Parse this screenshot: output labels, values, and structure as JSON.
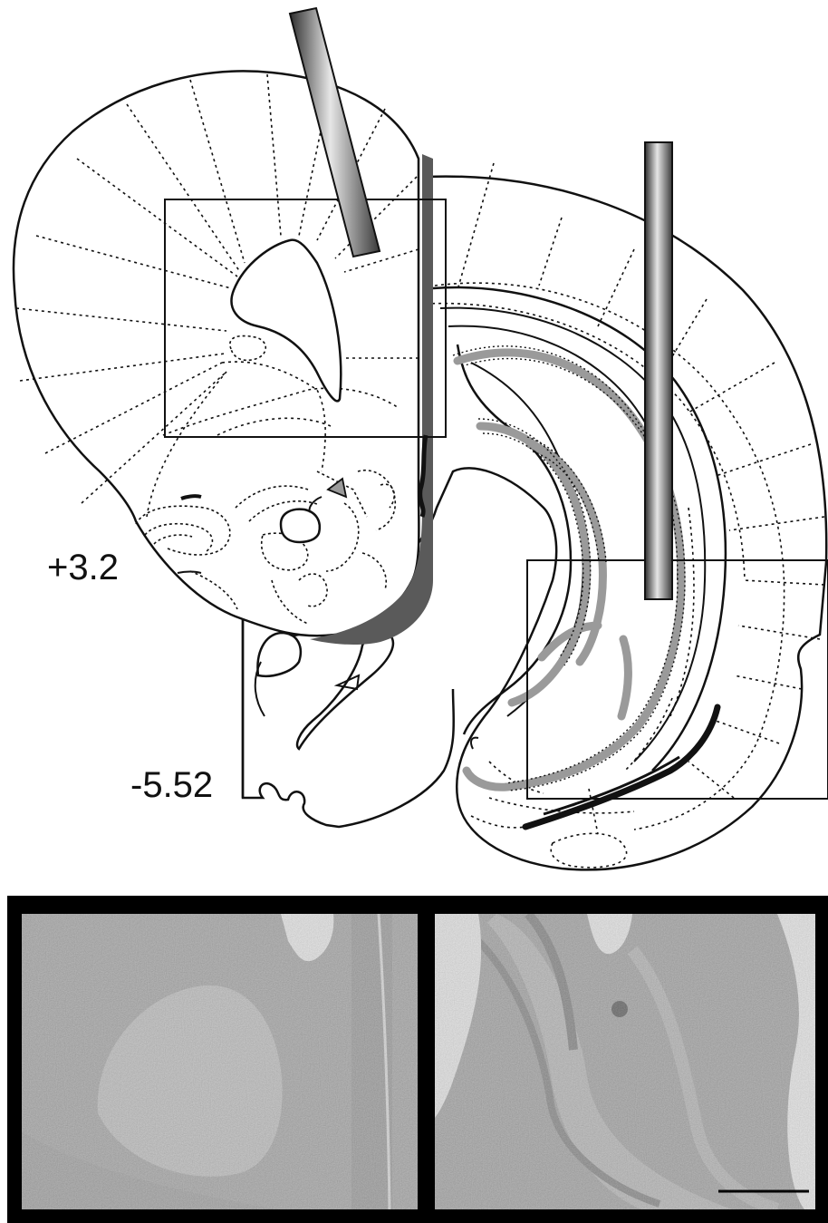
{
  "figure": {
    "coordinate_labels": {
      "top_section": "+3.2",
      "bottom_section": "-5.52"
    },
    "panels": {
      "left_photo": "striatum-histology",
      "right_photo": "hippocampus-histology"
    },
    "colors": {
      "line": "#111111",
      "probe_dark": "#3a3a3a",
      "probe_light": "#d8d8d8",
      "cell_layer_gray": "#9a9a9a",
      "panel_border": "#000000",
      "tissue_gray": "#9c9c9c"
    }
  }
}
